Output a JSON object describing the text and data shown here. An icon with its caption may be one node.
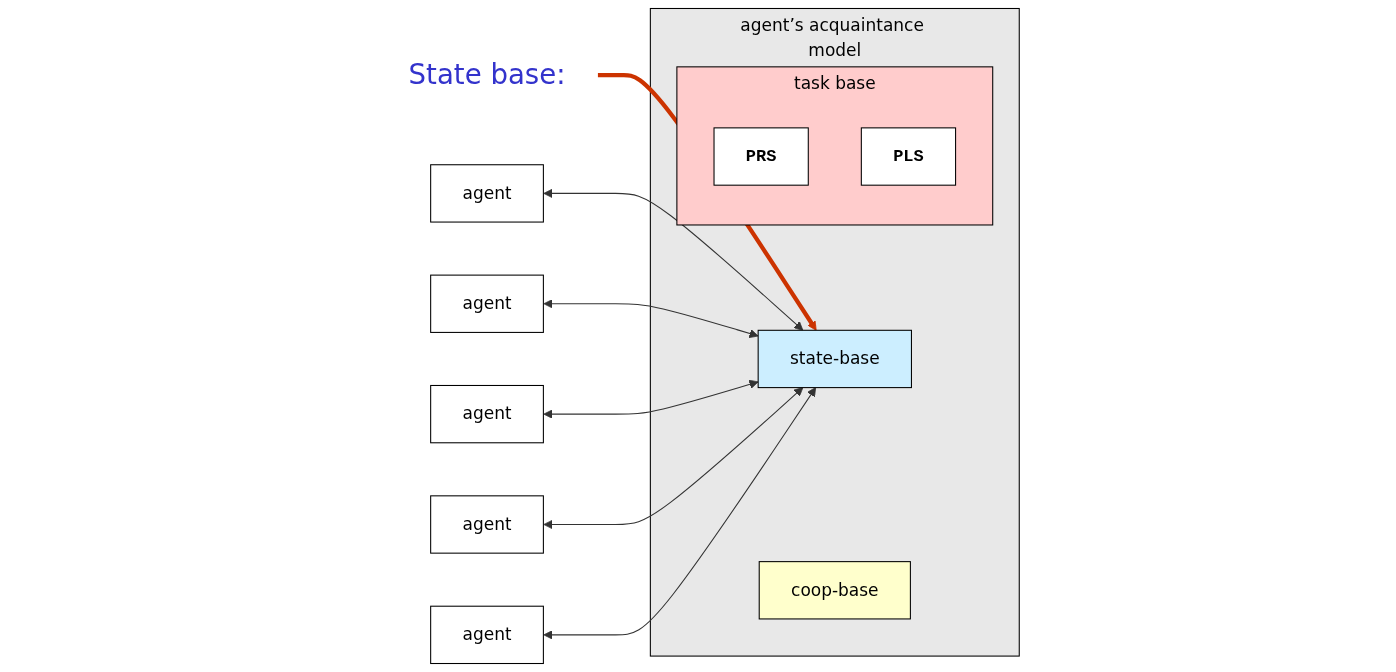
{
  "diagram": {
    "nodes": [
      {
        "text": [
          "State base:"
        ]
      },
      {
        "text": [
          "agent"
        ]
      },
      {
        "text": [
          "agent"
        ]
      },
      {
        "text": [
          "agent"
        ]
      },
      {
        "text": [
          "agent"
        ]
      },
      {
        "text": [
          "agent"
        ]
      },
      {
        "text": [
          "agent’s acquaintance model"
        ]
      },
      {
        "text": [
          "state-base"
        ],
        "in": 6
      },
      {
        "text": [
          "coop-base"
        ],
        "in": 6
      },
      {
        "text": [
          "task base"
        ],
        "in": 6
      },
      {
        "text": [
          "PRS"
        ],
        "in": 9
      },
      {
        "text": [
          "PLS"
        ],
        "in": 9
      }
    ],
    "edges": [
      {
        "from": 0,
        "to": 7,
        "arrow": "to",
        "style": "thick",
        "color": "#cc3300"
      },
      {
        "from": 1,
        "to": 7,
        "arrow": "both"
      },
      {
        "from": 2,
        "to": 7,
        "arrow": "both"
      },
      {
        "from": 3,
        "to": 7,
        "arrow": "both"
      },
      {
        "from": 4,
        "to": 7,
        "arrow": "both"
      },
      {
        "from": 5,
        "to": 7,
        "arrow": "both"
      }
    ]
  }
}
